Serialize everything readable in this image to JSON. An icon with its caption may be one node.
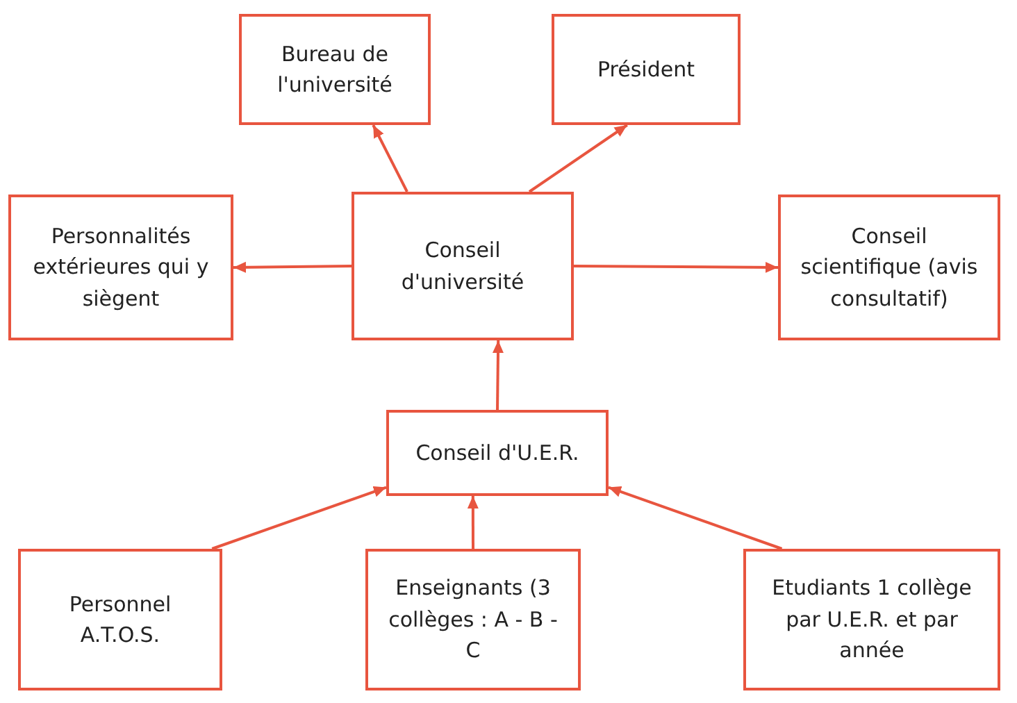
{
  "diagram": {
    "nodes": [
      {
        "text": [
          "Bureau de l'université"
        ]
      },
      {
        "text": [
          "Président"
        ]
      },
      {
        "text": [
          "Personnalités extérieures qui y siègent"
        ]
      },
      {
        "text": [
          "Conseil d'université"
        ]
      },
      {
        "text": [
          "Conseil scientifique (avis consultatif)"
        ]
      },
      {
        "text": [
          "Conseil d'U.E.R."
        ]
      },
      {
        "text": [
          "Personnel A.T.O.S."
        ]
      },
      {
        "text": [
          "Enseignants (3 collèges : A - B - C"
        ]
      },
      {
        "text": [
          "Etudiants 1 collège par U.E.R. et par année"
        ]
      }
    ],
    "edges": [
      {
        "from": 3,
        "to": 0,
        "arrow": "to"
      },
      {
        "from": 3,
        "to": 1,
        "arrow": "to"
      },
      {
        "from": 3,
        "to": 2,
        "arrow": "to"
      },
      {
        "from": 3,
        "to": 4,
        "arrow": "to"
      },
      {
        "from": 5,
        "to": 3,
        "arrow": "to"
      },
      {
        "from": 6,
        "to": 5,
        "arrow": "to"
      },
      {
        "from": 7,
        "to": 5,
        "arrow": "to"
      },
      {
        "from": 8,
        "to": 5,
        "arrow": "to"
      }
    ]
  }
}
